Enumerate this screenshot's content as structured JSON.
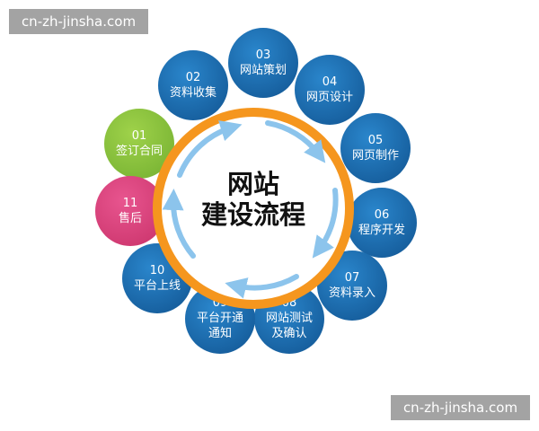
{
  "watermarks": [
    "cn-zh-jinsha.com",
    "cn-zh-jinsha.com"
  ],
  "center": {
    "line1": "网站",
    "line2": "建设流程",
    "ring_color": "#f5961e",
    "arrow_color": "#8cc4ec"
  },
  "colors": {
    "default": "#1b6aad",
    "first": "#8cc63f",
    "last": "#d8407a"
  },
  "steps": [
    {
      "num": "01",
      "label": "签订合同"
    },
    {
      "num": "02",
      "label": "资料收集"
    },
    {
      "num": "03",
      "label": "网站策划"
    },
    {
      "num": "04",
      "label": "网页设计"
    },
    {
      "num": "05",
      "label": "网页制作"
    },
    {
      "num": "06",
      "label": "程序开发"
    },
    {
      "num": "07",
      "label": "资料录入"
    },
    {
      "num": "08",
      "label": "网站测试\n及确认"
    },
    {
      "num": "09",
      "label": "平台开通\n通知"
    },
    {
      "num": "10",
      "label": "平台上线"
    },
    {
      "num": "11",
      "label": "售后"
    }
  ]
}
